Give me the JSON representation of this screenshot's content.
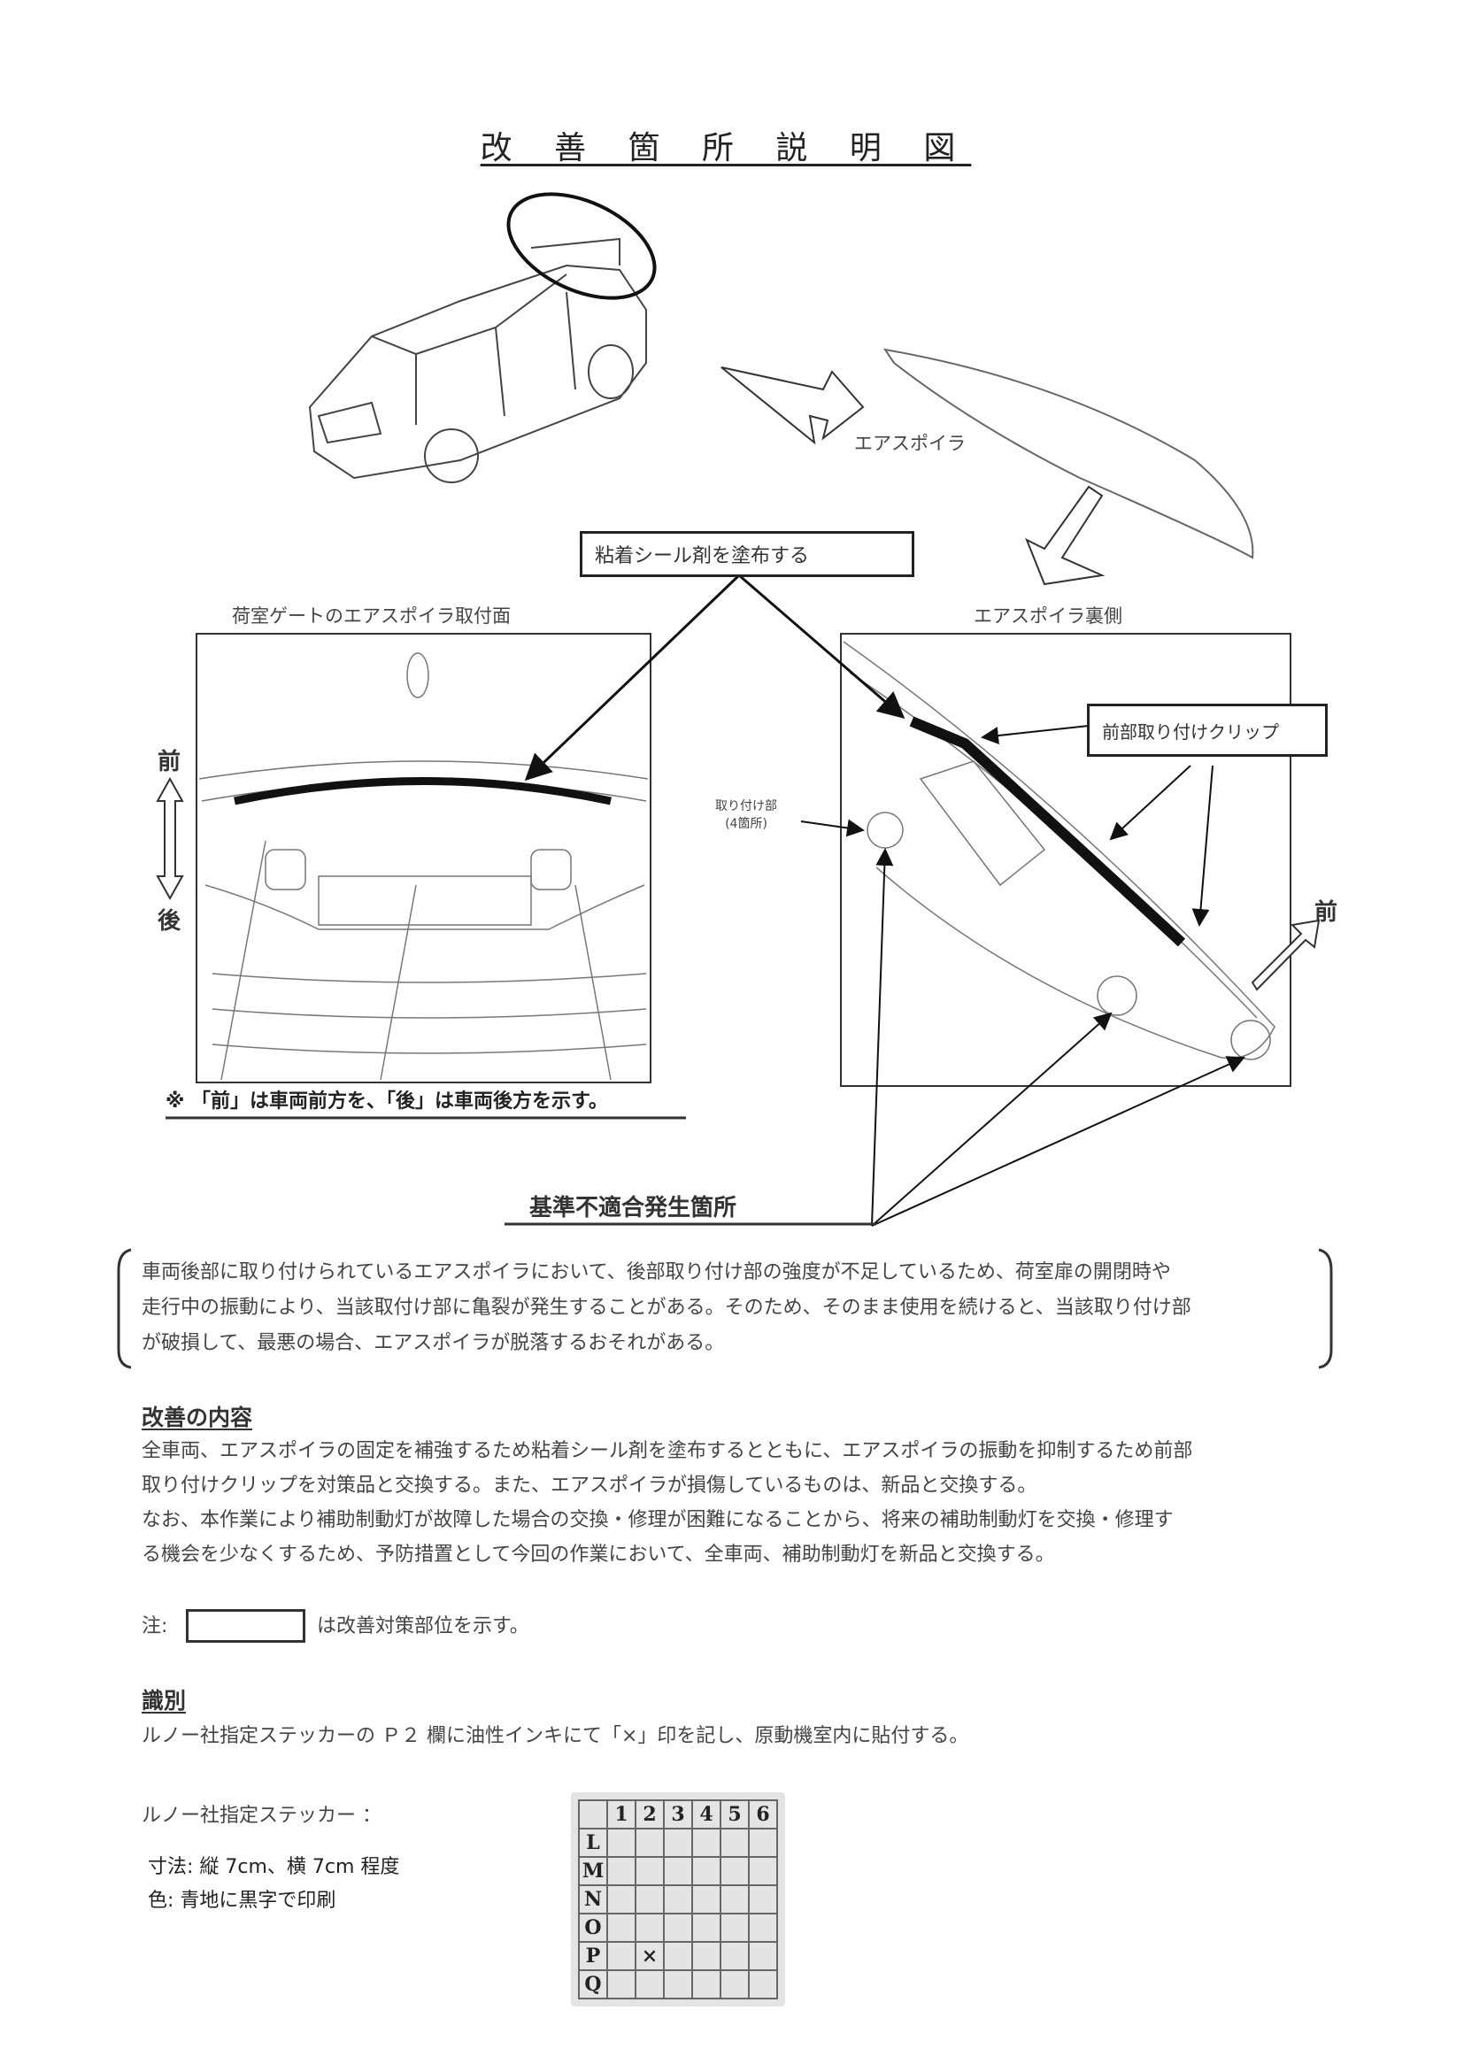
{
  "title": "改 善 箇 所 説 明 図",
  "diagram": {
    "spoiler_label": "エアスポイラ",
    "apply_sealant_box": "粘着シール剤を塗布する",
    "left_panel_title": "荷室ゲートのエアスポイラ取付面",
    "right_panel_title": "エアスポイラ裏側",
    "front_label": "前",
    "rear_label": "後",
    "front_clip_box": "前部取り付けクリップ",
    "mount_label_line1": "取り付け部",
    "mount_label_line2": "(4箇所)",
    "right_front_label": "前",
    "direction_note": "※ 「前」は車両前方を、「後」は車両後方を示す。",
    "nonconformity_label": "基準不適合発生箇所"
  },
  "defect_description": [
    "車両後部に取り付けられているエアスポイラにおいて、後部取り付け部の強度が不足しているため、荷室扉の開閉時や",
    "走行中の振動により、当該取付け部に亀裂が発生することがある。そのため、そのまま使用を続けると、当該取り付け部",
    "が破損して、最悪の場合、エアスポイラが脱落するおそれがある。"
  ],
  "improvement": {
    "heading": "改善の内容",
    "lines": [
      "全車両、エアスポイラの固定を補強するため粘着シール剤を塗布するとともに、エアスポイラの振動を抑制するため前部",
      "取り付けクリップを対策品と交換する。また、エアスポイラが損傷しているものは、新品と交換する。",
      "なお、本作業により補助制動灯が故障した場合の交換・修理が困難になることから、将来の補助制動灯を交換・修理す",
      "る機会を少なくするため、予防措置として今回の作業において、全車両、補助制動灯を新品と交換する。"
    ]
  },
  "note": {
    "prefix": "注:",
    "suffix": "は改善対策部位を示す。"
  },
  "identification": {
    "heading": "識別",
    "text": "ルノー社指定ステッカーの Ｐ２ 欄に油性インキにて「×」印を記し、原動機室内に貼付する。",
    "sticker_label": "ルノー社指定ステッカー ：",
    "size": "寸法:  縦 7cm、横 7cm 程度",
    "color": "色:  青地に黒字で印刷"
  },
  "sticker": {
    "columns": [
      "1",
      "2",
      "3",
      "4",
      "5",
      "6"
    ],
    "rows": [
      "L",
      "M",
      "N",
      "O",
      "P",
      "Q"
    ],
    "mark": "×",
    "marked_row": "P",
    "marked_col": "2"
  }
}
